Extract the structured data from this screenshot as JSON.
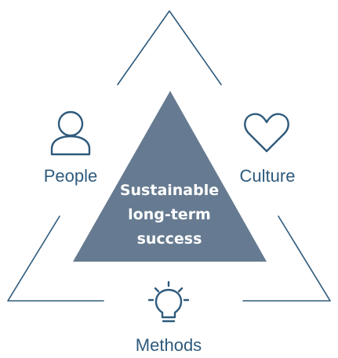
{
  "diagram": {
    "center": {
      "lines": [
        "Sustainable",
        "long-term",
        "success"
      ]
    },
    "nodes": {
      "people": {
        "label": "People",
        "icon": "person-icon"
      },
      "culture": {
        "label": "Culture",
        "icon": "heart-icon"
      },
      "methods": {
        "label": "Methods",
        "icon": "lightbulb-icon"
      }
    },
    "colors": {
      "accent": "#2e5a7c",
      "triangle_fill": "#667b91",
      "center_text": "#ffffff"
    }
  }
}
